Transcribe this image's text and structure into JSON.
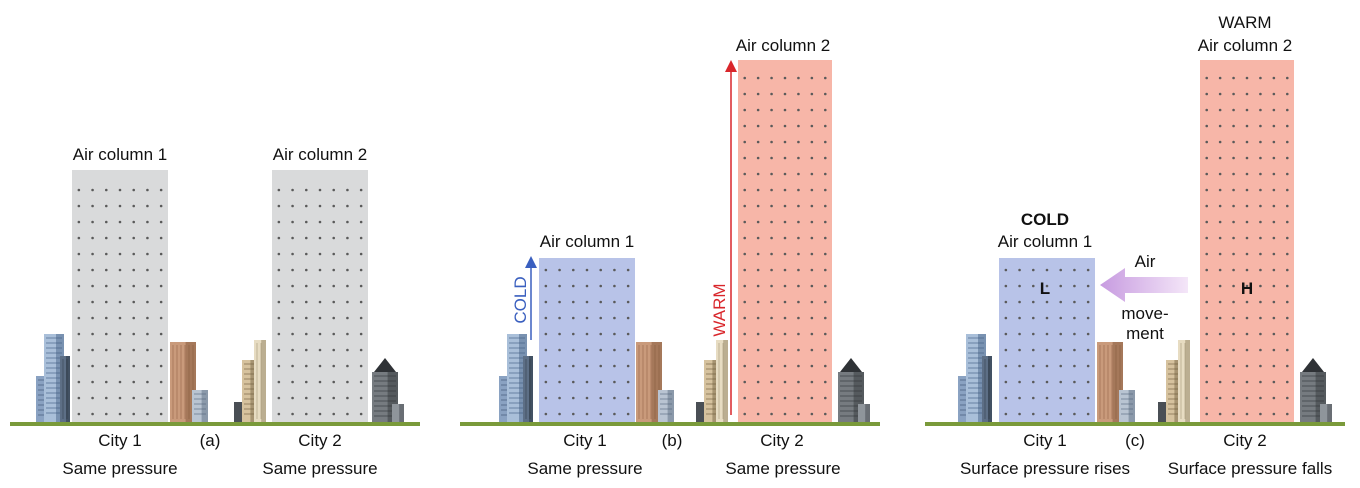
{
  "panels": [
    {
      "letter": "(a)",
      "col1_label": "Air column 1",
      "col2_label": "Air column 2",
      "city1": "City 1",
      "city2": "City 2",
      "pressure1": "Same pressure",
      "pressure2": "Same pressure",
      "col1_color": "#d9dadb",
      "col2_color": "#d9dadb"
    },
    {
      "letter": "(b)",
      "col1_label": "Air column 1",
      "col2_label": "Air column 2",
      "col1_arrow_text": "COLD",
      "col2_arrow_text": "WARM",
      "city1": "City 1",
      "city2": "City 2",
      "pressure1": "Same pressure",
      "pressure2": "Same pressure",
      "col1_color": "#b8c3e8",
      "col2_color": "#f7b6a8",
      "cold_color": "#3a5fbf",
      "warm_color": "#d9262b"
    },
    {
      "letter": "(c)",
      "col1_top_label": "COLD",
      "col1_label": "Air column 1",
      "col2_top_label": "WARM",
      "col2_label": "Air column 2",
      "col1_symbol": "L",
      "col2_symbol": "H",
      "movement_line1": "Air",
      "movement_line2": "move-",
      "movement_line3": "ment",
      "city1": "City 1",
      "city2": "City 2",
      "pressure1": "Surface pressure rises",
      "pressure2": "Surface pressure falls",
      "col1_color": "#b8c3e8",
      "col2_color": "#f7b6a8",
      "arrow_color": "#c79be0"
    }
  ],
  "ground_color": "#7a9a3a"
}
